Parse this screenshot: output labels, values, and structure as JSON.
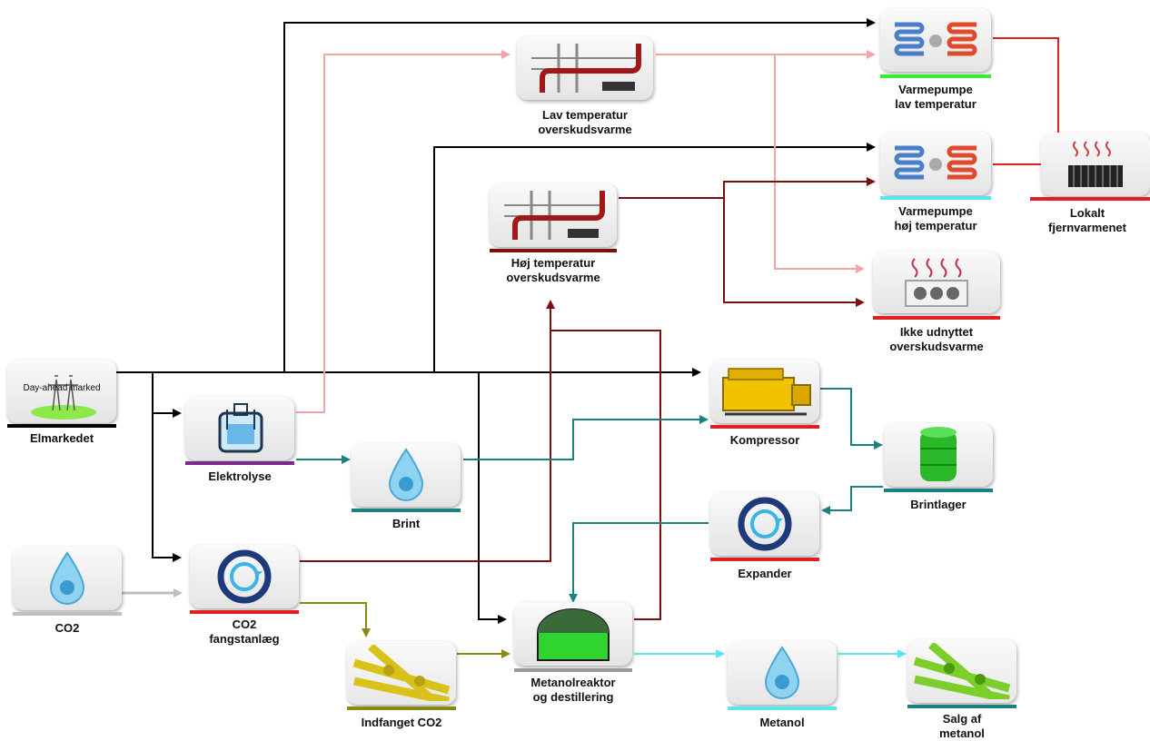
{
  "colors": {
    "black": "#000000",
    "pink": "#f4a3a6",
    "darkred": "#7a1010",
    "teal": "#1a8080",
    "gray": "#bfbfbf",
    "olive": "#8a8a10",
    "cyan": "#55e6f0",
    "red": "#e02020",
    "green": "#33ee33",
    "purple": "#7a2a8a",
    "bar_gray": "#999999"
  },
  "nodes": {
    "elmarkedet": {
      "label": "Elmarkedet",
      "inner_text": "Day-ahead marked"
    },
    "elektrolyse": {
      "label": "Elektrolyse"
    },
    "brint": {
      "label": "Brint"
    },
    "co2": {
      "label": "CO2"
    },
    "co2_fangstanlaeg": {
      "label": "CO2\nfangstanlæg"
    },
    "indfanget_co2": {
      "label": "Indfanget CO2"
    },
    "metanolreaktor": {
      "label": "Metanolreaktor\nog destillering"
    },
    "metanol": {
      "label": "Metanol"
    },
    "salg_metanol": {
      "label": "Salg af\nmetanol"
    },
    "kompressor": {
      "label": "Kompressor"
    },
    "brintlager": {
      "label": "Brintlager"
    },
    "expander": {
      "label": "Expander"
    },
    "lav_temp": {
      "label": "Lav temperatur\noverskudsvarme"
    },
    "hoj_temp": {
      "label": "Høj temperatur\noverskudsvarme"
    },
    "vp_lav": {
      "label": "Varmepumpe\nlav temperatur"
    },
    "vp_hoj": {
      "label": "Varmepumpe\nhøj temperatur"
    },
    "ikke_udnyttet": {
      "label": "Ikke udnyttet\noverskudsvarme"
    },
    "fjernvarme": {
      "label": "Lokalt\nfjernvarmenet"
    }
  }
}
